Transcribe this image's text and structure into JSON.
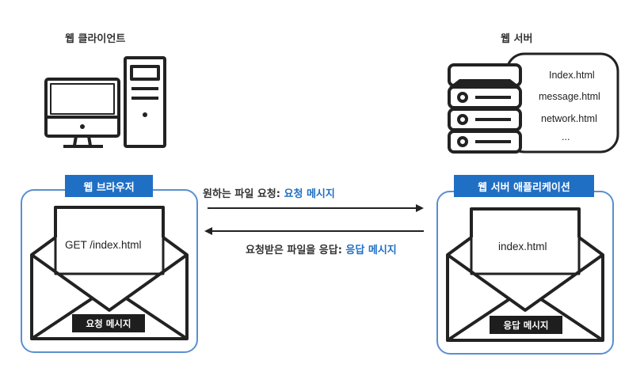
{
  "client": {
    "title": "웹 클라이언트",
    "browser_label": "웹 브라우저",
    "document_text": "GET /index.html",
    "envelope_tag": "요청 메시지"
  },
  "server": {
    "title": "웹 서버",
    "files": [
      "Index.html",
      "message.html",
      "network.html",
      "..."
    ],
    "app_label": "웹 서버 애플리케이션",
    "document_text": "index.html",
    "envelope_tag": "응답 메시지"
  },
  "arrows": {
    "request_prefix": "원하는 파일 요청: ",
    "request_highlight": "요청 메시지",
    "response_prefix": "요청받은 파일을 응답: ",
    "response_highlight": "응답 메시지"
  },
  "colors": {
    "accent": "#1f6fc4",
    "line": "#222222",
    "box_border": "#5a8fd0"
  }
}
